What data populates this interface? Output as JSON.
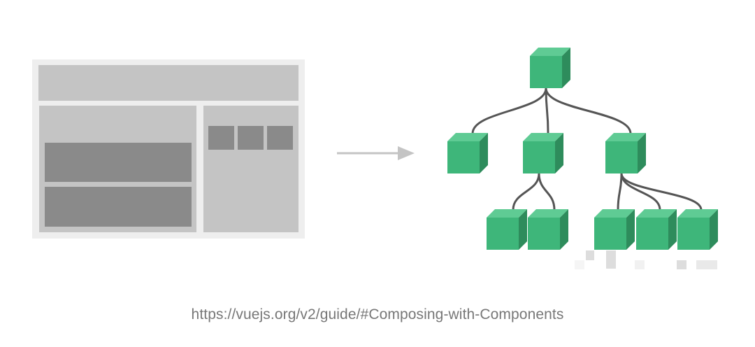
{
  "caption": "https://vuejs.org/v2/guide/#Composing-with-Components",
  "colors": {
    "page_background": "#ffffff",
    "layout_frame": "#eeeeee",
    "layout_panel": "#c4c4c4",
    "layout_block": "#8a8a8a",
    "arrow": "#c4c4c4",
    "node_front": "#3eb67a",
    "node_top": "#5fcb94",
    "node_side": "#2e8c5c",
    "connector": "#555555",
    "caption_text": "#777777"
  },
  "tree": {
    "root": "root",
    "nodes": [
      "root",
      "child-1",
      "child-2",
      "child-3",
      "grandchild-1",
      "grandchild-2",
      "grandchild-3",
      "grandchild-4",
      "grandchild-5"
    ],
    "edges": [
      [
        "root",
        "child-1"
      ],
      [
        "root",
        "child-2"
      ],
      [
        "root",
        "child-3"
      ],
      [
        "child-2",
        "grandchild-1"
      ],
      [
        "child-2",
        "grandchild-2"
      ],
      [
        "child-3",
        "grandchild-3"
      ],
      [
        "child-3",
        "grandchild-4"
      ],
      [
        "child-3",
        "grandchild-5"
      ]
    ]
  }
}
